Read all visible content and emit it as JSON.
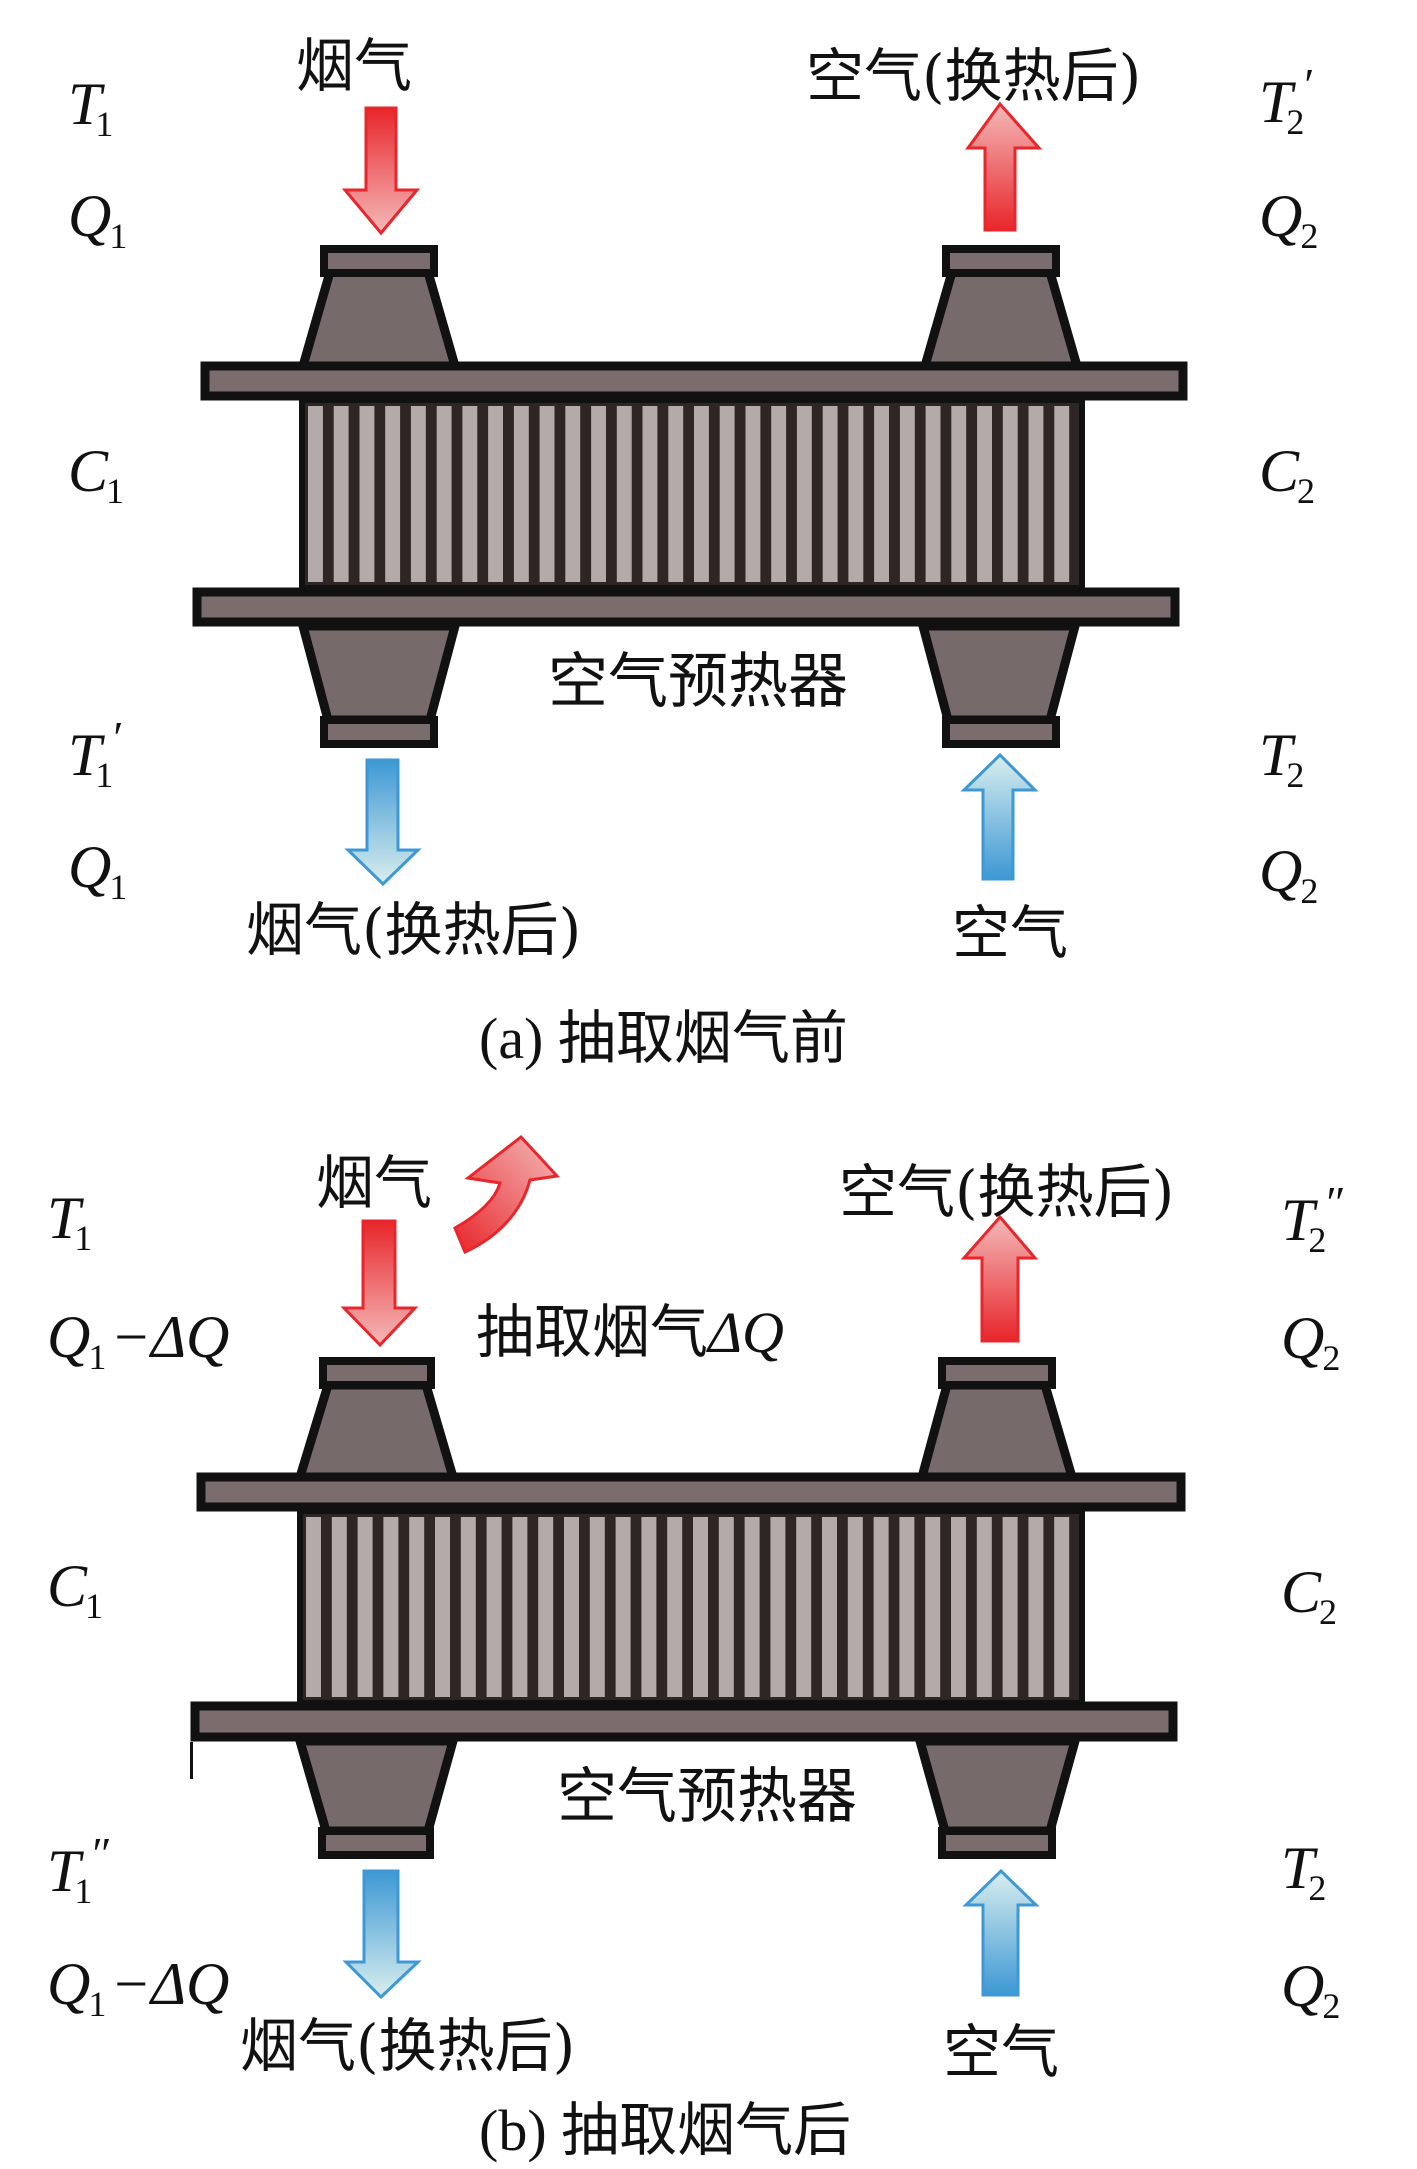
{
  "colors": {
    "hot_arrow": "#e8262b",
    "hot_arrow_light": "#f2b6b6",
    "cold_arrow": "#3d98d4",
    "cold_arrow_light": "#d7ecec",
    "metal": "#7b6d6d",
    "fin": "#b4aaaa",
    "outline": "#111111"
  },
  "panels": [
    {
      "id": "a",
      "caption": "(a) 抽取烟气前",
      "device_label": "空气预热器",
      "fin_count": 30,
      "flue_in": {
        "label": "烟气",
        "direction": "down",
        "type": "hot"
      },
      "air_out": {
        "label": "空气(换热后)",
        "direction": "up",
        "type": "hot"
      },
      "flue_out": {
        "label": "烟气(换热后)",
        "direction": "down",
        "type": "cold"
      },
      "air_in": {
        "label": "空气",
        "direction": "up",
        "type": "cold"
      },
      "left_vars": [
        {
          "base": "T",
          "sub": "1",
          "suffix": "",
          "tail": ""
        },
        {
          "base": "Q",
          "sub": "1",
          "suffix": "",
          "tail": ""
        },
        {
          "base": "C",
          "sub": "1",
          "suffix": "",
          "tail": ""
        },
        {
          "base": "T",
          "sub": "1",
          "suffix": "′",
          "tail": ""
        },
        {
          "base": "Q",
          "sub": "1",
          "suffix": "",
          "tail": ""
        }
      ],
      "right_vars": [
        {
          "base": "T",
          "sub": "2",
          "suffix": "′",
          "tail": ""
        },
        {
          "base": "Q",
          "sub": "2",
          "suffix": "",
          "tail": ""
        },
        {
          "base": "C",
          "sub": "2",
          "suffix": "",
          "tail": ""
        },
        {
          "base": "T",
          "sub": "2",
          "suffix": "",
          "tail": ""
        },
        {
          "base": "Q",
          "sub": "2",
          "suffix": "",
          "tail": ""
        }
      ]
    },
    {
      "id": "b",
      "caption": "(b) 抽取烟气后",
      "device_label": "空气预热器",
      "fin_count": 30,
      "flue_in": {
        "label": "烟气",
        "direction": "down",
        "type": "hot"
      },
      "extraction": {
        "label_text": "抽取烟气",
        "label_math": "ΔQ",
        "direction": "curved-up-right",
        "type": "hot"
      },
      "air_out": {
        "label": "空气(换热后)",
        "direction": "up",
        "type": "hot"
      },
      "flue_out": {
        "label": "烟气(换热后)",
        "direction": "down",
        "type": "cold"
      },
      "air_in": {
        "label": "空气",
        "direction": "up",
        "type": "cold"
      },
      "left_vars": [
        {
          "base": "T",
          "sub": "1",
          "suffix": "",
          "tail": ""
        },
        {
          "base": "Q",
          "sub": "1",
          "suffix": "",
          "tail": "−ΔQ"
        },
        {
          "base": "C",
          "sub": "1",
          "suffix": "",
          "tail": ""
        },
        {
          "base": "T",
          "sub": "1",
          "suffix": "″",
          "tail": ""
        },
        {
          "base": "Q",
          "sub": "1",
          "suffix": "",
          "tail": "−ΔQ"
        }
      ],
      "right_vars": [
        {
          "base": "T",
          "sub": "2",
          "suffix": "″",
          "tail": ""
        },
        {
          "base": "Q",
          "sub": "2",
          "suffix": "",
          "tail": ""
        },
        {
          "base": "C",
          "sub": "2",
          "suffix": "",
          "tail": ""
        },
        {
          "base": "T",
          "sub": "2",
          "suffix": "",
          "tail": ""
        },
        {
          "base": "Q",
          "sub": "2",
          "suffix": "",
          "tail": ""
        }
      ]
    }
  ]
}
